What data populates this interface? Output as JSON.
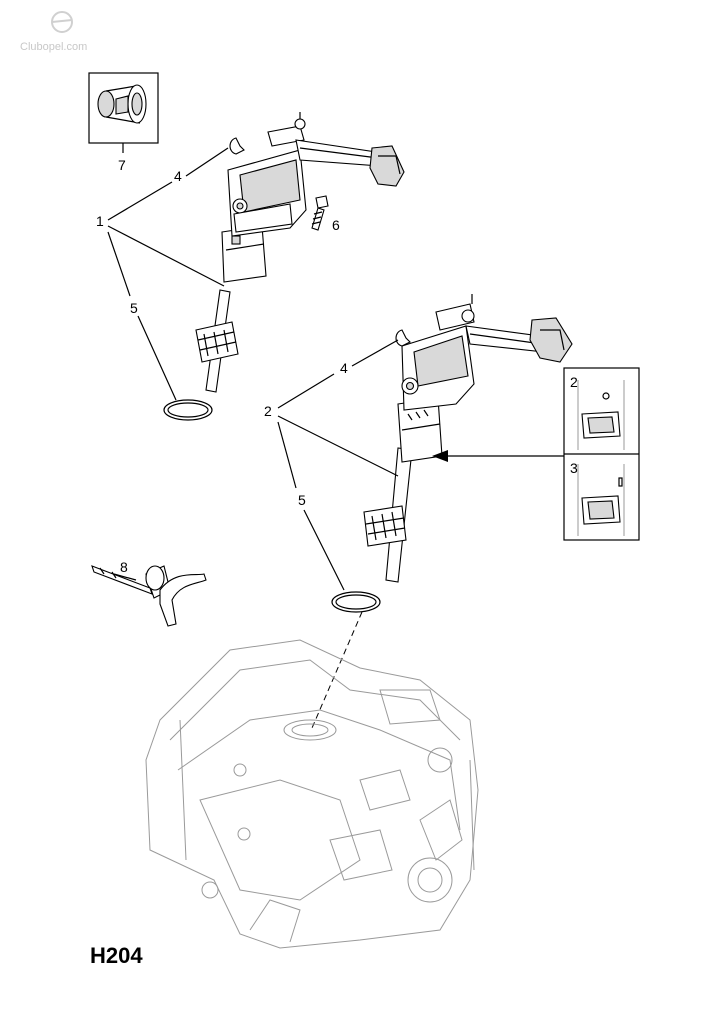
{
  "watermark": "Clubopel.com",
  "diagram_code": "H204",
  "callouts": {
    "c1": "1",
    "c2": "2",
    "c4a": "4",
    "c4b": "4",
    "c5a": "5",
    "c5b": "5",
    "c6": "6",
    "c7": "7",
    "c8": "8",
    "inset2": "2",
    "inset3": "3"
  }
}
